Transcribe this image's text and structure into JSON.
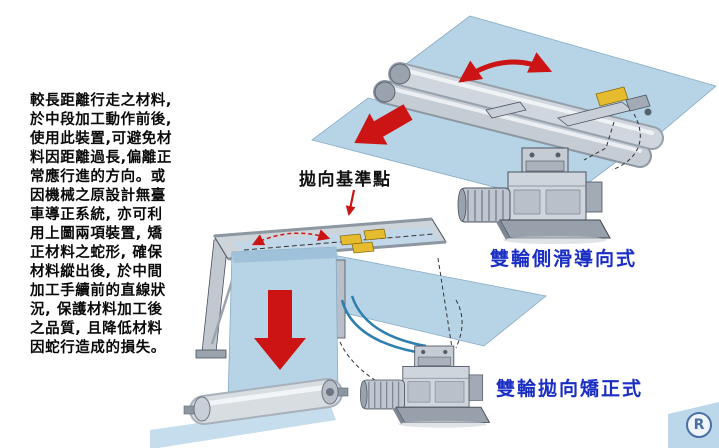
{
  "description_panel": {
    "text": "較長距離行走之材料,\n於中段加工動作前後,\n使用此裝置,可避免材\n料因距離過長,偏離正\n常應行進的方向。或\n因機械之原設計無臺\n車導正系統, 亦可利\n用上圖兩項裝置, 矯\n正材料之蛇形, 確保\n材料縱出後, 於中間\n加工手續前的直線狀\n況, 保護材料加工後\n之品質, 且降低材料\n因蛇行造成的損失。"
  },
  "annotations": {
    "reference_point_label": "拋向基準點",
    "top_machine_label": "雙輪側滑導向式",
    "bottom_machine_label": "雙輪拋向矯正式"
  },
  "trademark": {
    "symbol": "R"
  },
  "colors": {
    "label_blue": "#1a2ec4",
    "arrow_red": "#cc1414",
    "web_blue": "#b7d4e7",
    "machine_gray": "#cfd5dc"
  },
  "icons": {
    "oscillation_arrow": "oscillation-arrow-icon",
    "web_feed_arrow": "web-feed-arrow-icon",
    "web_down_arrow": "web-down-arrow-icon",
    "reference_pointer": "reference-pointer-arrow-icon"
  }
}
